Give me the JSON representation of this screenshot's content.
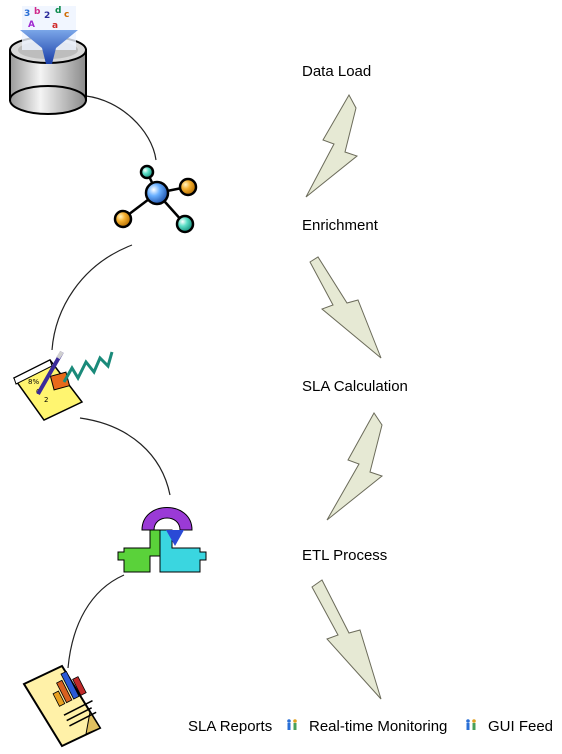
{
  "steps": [
    {
      "label": "Data Load",
      "icon": "database-funnel-icon"
    },
    {
      "label": "Enrichment",
      "icon": "molecule-icon"
    },
    {
      "label": "SLA Calculation",
      "icon": "calculation-notepad-icon"
    },
    {
      "label": "ETL Process",
      "icon": "puzzle-connector-icon"
    }
  ],
  "outputs": {
    "icon": "report-chart-icon",
    "items": [
      "SLA Reports",
      "Real-time Monitoring",
      "GUI Feed"
    ],
    "separator_icon": "people-pair-icon"
  },
  "colors": {
    "arrow_fill": "#e6e9d4",
    "arrow_stroke": "#6b6b5a",
    "connector": "#222222"
  }
}
